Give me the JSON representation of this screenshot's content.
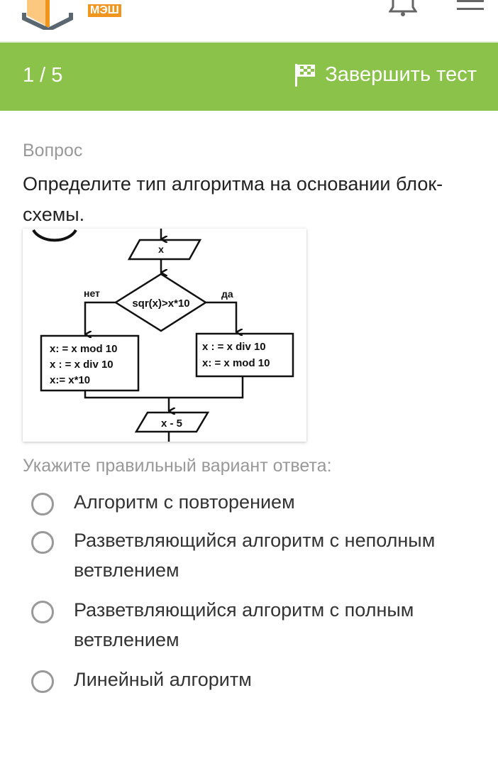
{
  "header": {
    "brand_badge": "МЭШ",
    "icons": [
      "logo-icon",
      "bell-icon",
      "menu-icon"
    ]
  },
  "progress": {
    "counter": "1 / 5",
    "finish_label": "Завершить тест"
  },
  "question": {
    "label": "Вопрос",
    "text": "Определите тип алгоритма на основании блок-схемы.",
    "flowchart": {
      "input": "x",
      "condition": "sqr(x)>x*10",
      "no_label": "нет",
      "yes_label": "да",
      "no_branch": [
        "x: = x mod 10",
        "x : = x div 10",
        "x:= x*10"
      ],
      "yes_branch": [
        "x : = x div 10",
        "x: = x mod 10"
      ],
      "output": "x - 5"
    }
  },
  "answer_hint": "Укажите правильный вариант ответа:",
  "options": [
    {
      "label": "Алгоритм с повторением",
      "selected": false
    },
    {
      "label": "Разветвляющийся алгоритм с неполным ветвлением",
      "selected": false
    },
    {
      "label": "Разветвляющийся алгоритм с полным ветвлением",
      "selected": false
    },
    {
      "label": "Линейный алгоритм",
      "selected": false
    }
  ],
  "colors": {
    "accent": "#8bc34a",
    "brand_orange": "#f0961e"
  }
}
